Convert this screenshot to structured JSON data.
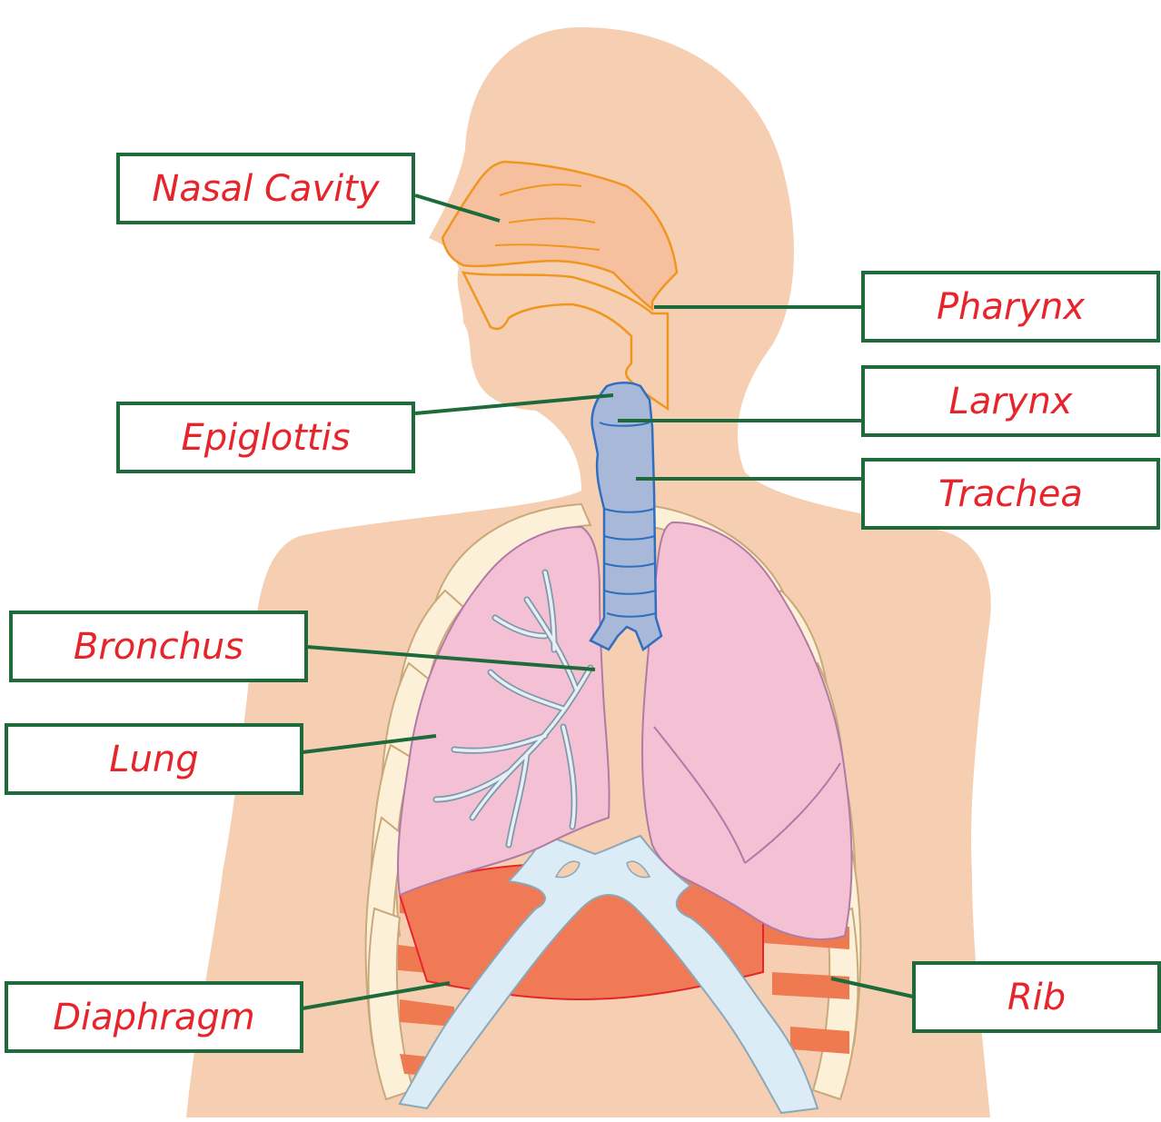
{
  "colors": {
    "skin": "#f6cfb3",
    "nasal": "#f6c09f",
    "nasal_outline": "#f0961e",
    "airway": "#a7b8d8",
    "airway_outline": "#2f6fc0",
    "lung": "#f4c1d4",
    "lung_outline": "#b07aa6",
    "bronchi": "#e8eef6",
    "bronchi_outline": "#7c9aaa",
    "rib": "#fdf0d8",
    "rib_outline": "#c9a97a",
    "muscle": "#ef7a52",
    "diaphragm": "#f07a55",
    "diaphragm_edge": "#e8242b",
    "sternum": "#dcecf6",
    "sternum_outline": "#8aa8b8",
    "leader": "#1d6b3a",
    "label_text": "#e8242b",
    "label_border": "#1d6b3a"
  },
  "labels": {
    "nasal_cavity": "Nasal Cavity",
    "pharynx": "Pharynx",
    "larynx": "Larynx",
    "epiglottis": "Epiglottis",
    "trachea": "Trachea",
    "bronchus": "Bronchus",
    "lung": "Lung",
    "diaphragm": "Diaphragm",
    "rib": "Rib"
  }
}
